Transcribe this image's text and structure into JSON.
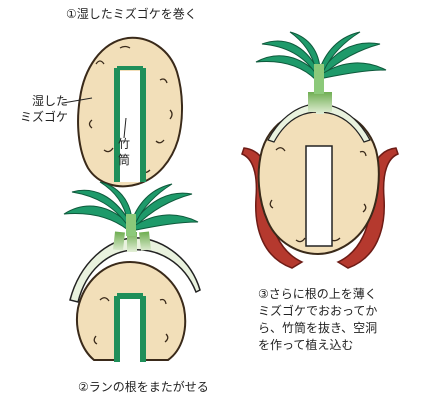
{
  "steps": {
    "step1": "①湿したミズゴケを巻く",
    "step2": "②ランの根をまたがせる",
    "step3": [
      "③さらに根の上を薄く",
      "ミズゴケでおおってか",
      "ら、竹筒を抜き、空洞",
      "を作って植え込む"
    ]
  },
  "labels": {
    "moss": [
      "湿した",
      "ミズゴケ"
    ],
    "tube": [
      "竹",
      "筒"
    ]
  },
  "colors": {
    "moss_fill": "#f2dfb9",
    "moss_stroke": "#3a2a1a",
    "tube_green": "#1f8f5a",
    "leaf_green": "#1e9a6a",
    "root_light": "#d4e8c0",
    "pot_red": "#b5392e",
    "outline": "#222222"
  },
  "icons": [
    "moss-ball-icon",
    "bamboo-tube-icon",
    "orchid-plant-icon",
    "pot-icon"
  ]
}
